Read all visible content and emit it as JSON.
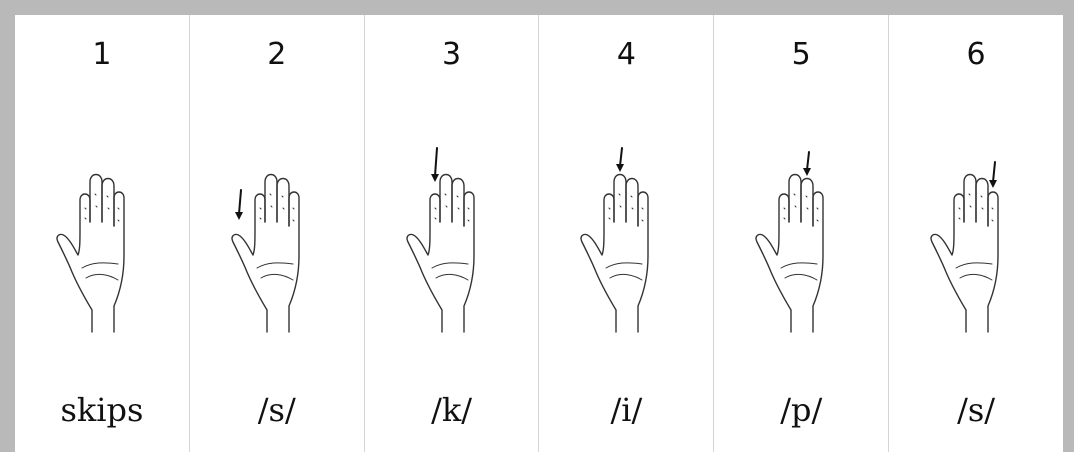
{
  "columns": [
    {
      "number": "1",
      "sound": "skips",
      "arrow_target": "none"
    },
    {
      "number": "2",
      "sound": "/s/",
      "arrow_target": "thumb"
    },
    {
      "number": "3",
      "sound": "/k/",
      "arrow_target": "index"
    },
    {
      "number": "4",
      "sound": "/i/",
      "arrow_target": "middle"
    },
    {
      "number": "5",
      "sound": "/p/",
      "arrow_target": "ring"
    },
    {
      "number": "6",
      "sound": "/s/",
      "arrow_target": "pinky"
    }
  ],
  "icons": {
    "hand": "open-hand-icon",
    "arrow": "down-arrow-icon"
  },
  "colors": {
    "frame": "#b9b9b9",
    "divider": "#d4d4d4",
    "ink": "#111111"
  }
}
